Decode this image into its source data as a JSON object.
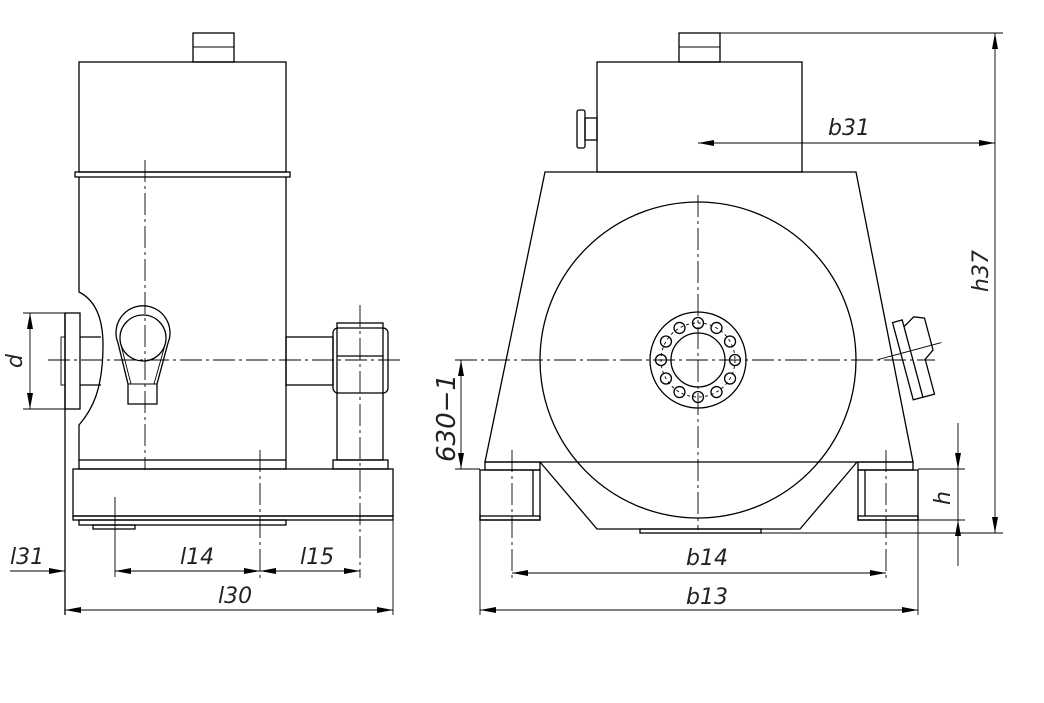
{
  "labels": {
    "d": "d",
    "l31": "l31",
    "l14": "l14",
    "l15": "l15",
    "l30": "l30",
    "b31": "b31",
    "h37": "h37",
    "dim630": "630−1",
    "h": "h",
    "b14": "b14",
    "b13": "b13"
  }
}
